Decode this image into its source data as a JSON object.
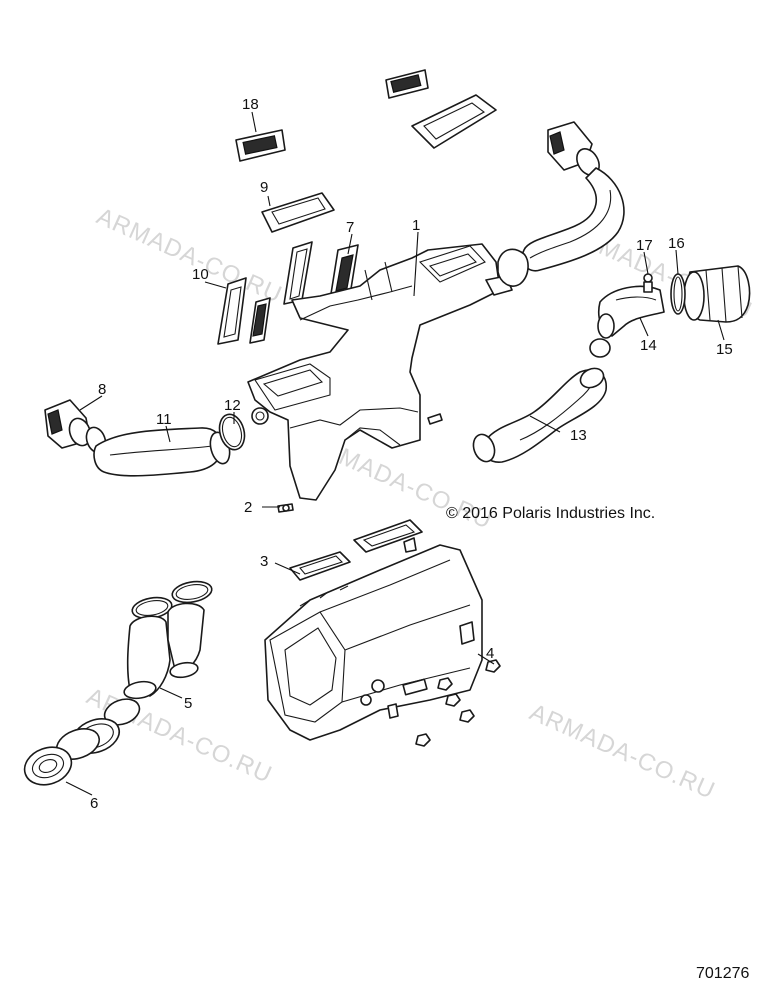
{
  "copyright": "© 2016 Polaris Industries Inc.",
  "document_number": "701276",
  "watermark_text": "ARMADA-CO.RU",
  "callouts": [
    "1",
    "2",
    "3",
    "4",
    "5",
    "6",
    "7",
    "8",
    "9",
    "10",
    "11",
    "12",
    "13",
    "14",
    "15",
    "16",
    "17",
    "18"
  ],
  "colors": {
    "line": "#1a1a1a",
    "watermark": "#d6d6d6",
    "background": "#ffffff"
  }
}
